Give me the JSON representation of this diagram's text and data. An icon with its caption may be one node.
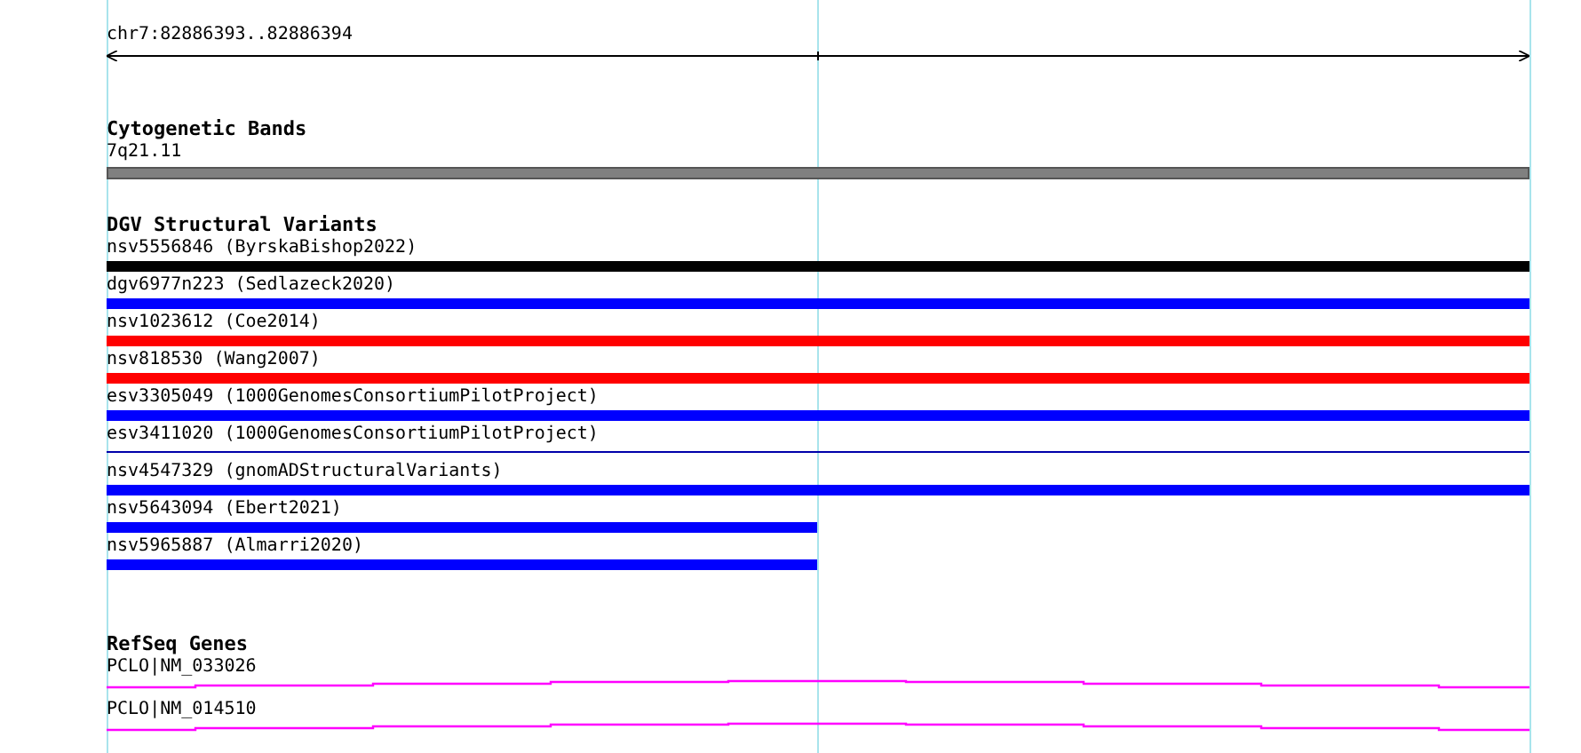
{
  "diagram": {
    "nodes": [
      {
        "text": [
          "Cytogenetic Bands"
        ]
      },
      {
        "text": [
          "7q21.11"
        ],
        "in": 0
      },
      {
        "text": [
          "DGV Structural Variants"
        ]
      },
      {
        "text": [
          "nsv5556846 (ByrskaBishop2022)"
        ],
        "in": 2
      },
      {
        "text": [
          "dgv6977n223 (Sedlazeck2020)"
        ],
        "in": 2
      },
      {
        "text": [
          "nsv1023612 (Coe2014)"
        ],
        "in": 2
      },
      {
        "text": [
          "nsv818530 (Wang2007)"
        ],
        "in": 2
      },
      {
        "text": [
          "esv3305049 (1000GenomesConsortiumPilotProject)"
        ],
        "in": 2
      },
      {
        "text": [
          "esv3411020 (1000GenomesConsortiumPilotProject)"
        ],
        "in": 2
      },
      {
        "text": [
          "nsv4547329 (gnomADStructuralVariants)"
        ],
        "in": 2
      },
      {
        "text": [
          "nsv5643094 (Ebert2021)"
        ],
        "in": 2
      },
      {
        "text": [
          "nsv5965887 (Almarri2020)"
        ],
        "in": 2
      },
      {
        "text": [
          "RefSeq Genes"
        ]
      },
      {
        "text": [
          "PCLO|NM_033026"
        ],
        "in": 12
      },
      {
        "text": [
          "PCLO|NM_014510"
        ],
        "in": 12
      }
    ],
    "labels": [
      "chr7:82886393..82886394"
    ]
  }
}
